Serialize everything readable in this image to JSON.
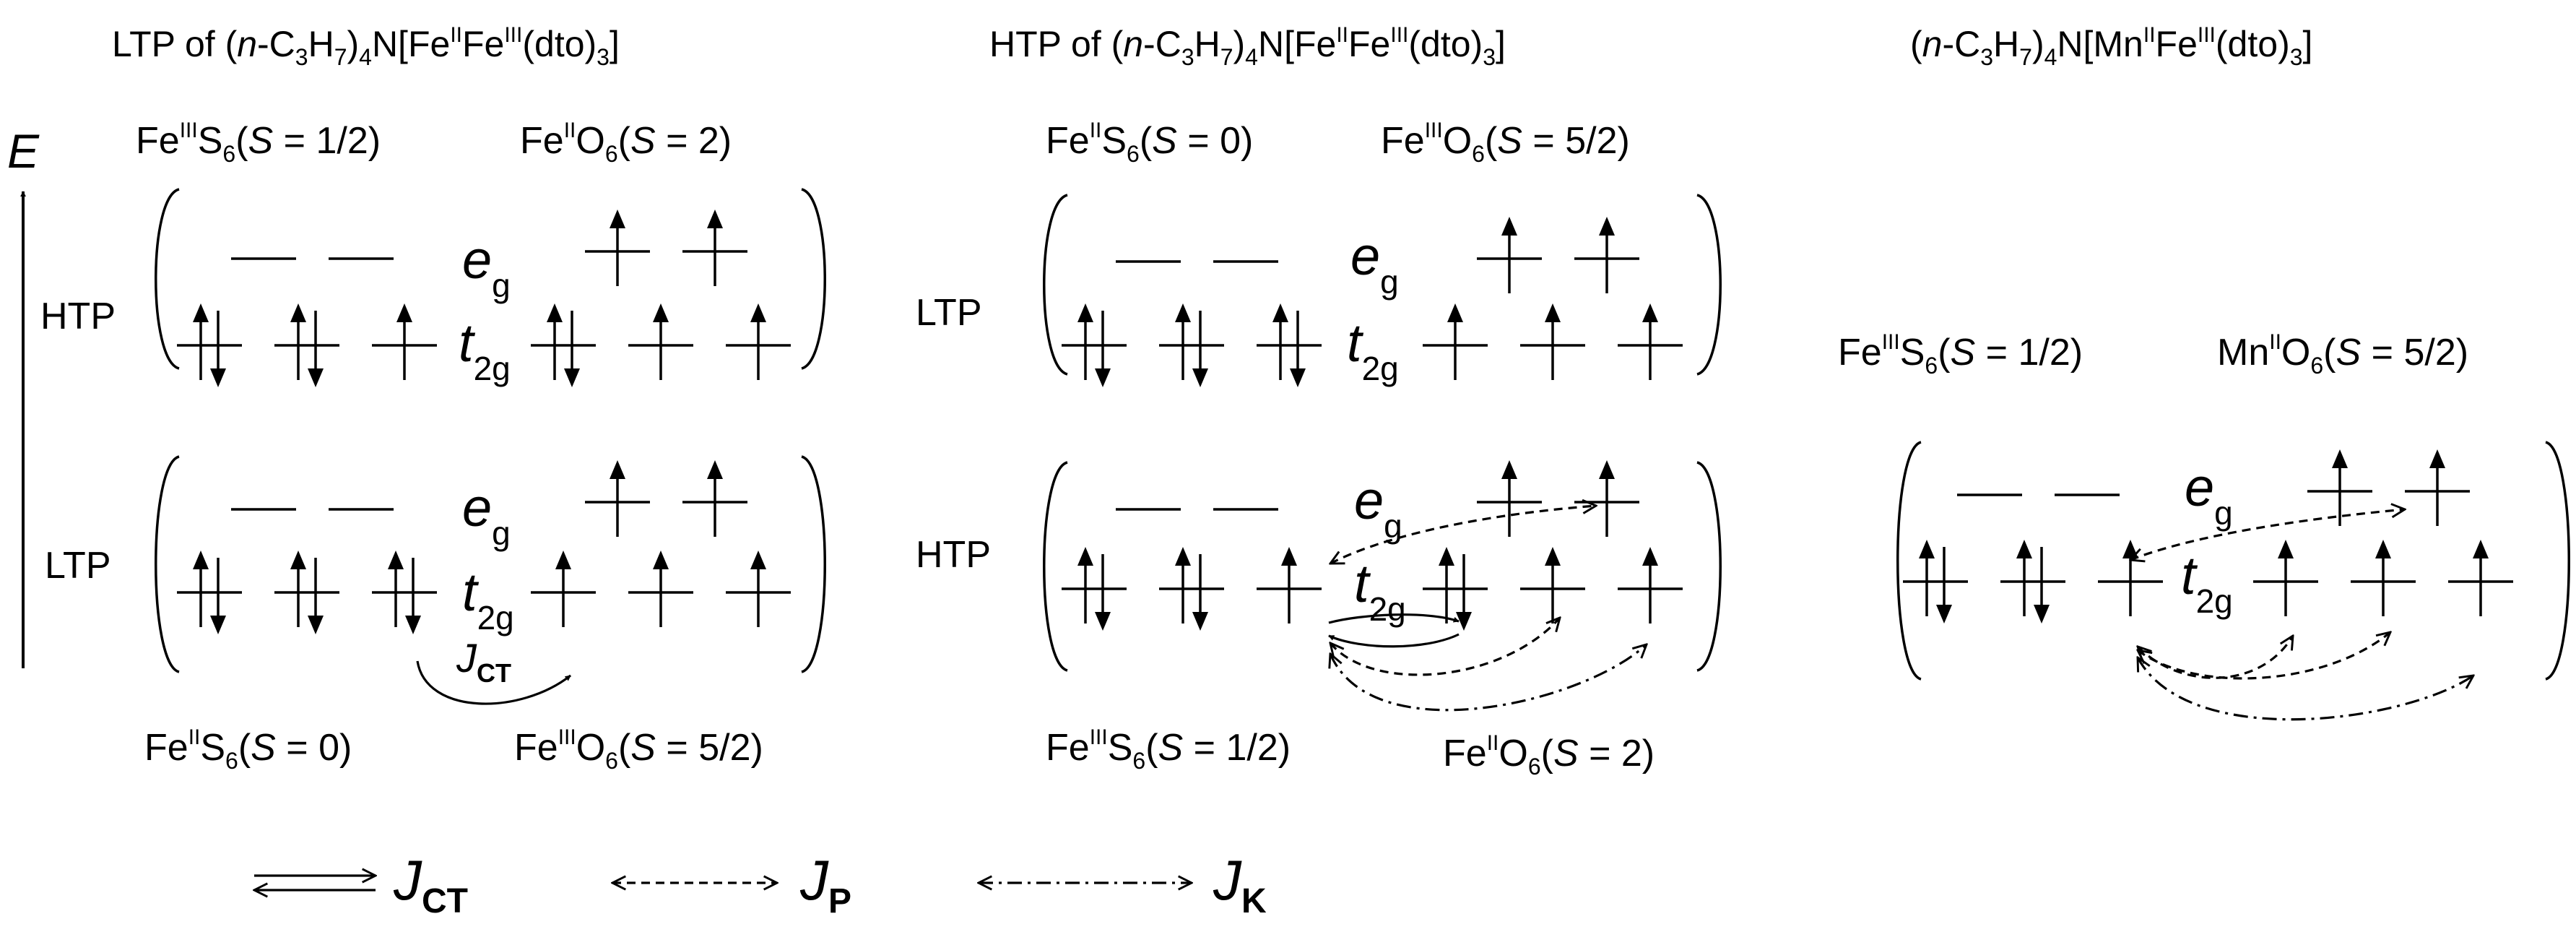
{
  "panels": [
    {
      "title": {
        "pre": "LTP of (",
        "n": "n",
        "rest": "-C",
        "s1": "3",
        "h": "H",
        "s2": "7",
        "mid": ")",
        "s3": "4",
        "n2": "N[Fe",
        "sup1": "II",
        "fe": "Fe",
        "sup2": "III",
        "end": "(dto)",
        "s4": "3",
        "close": "]"
      },
      "upper": {
        "state_label": "HTP",
        "left_ion": {
          "el": "Fe",
          "ox": "III",
          "lig": "S",
          "sub": "6",
          "spin": "S",
          "val": " = 1/2)"
        },
        "right_ion": {
          "el": "Fe",
          "ox": "II",
          "lig": "O",
          "sub": "6",
          "spin": "S",
          "val": " = 2)"
        }
      },
      "lower": {
        "state_label": "LTP",
        "left_ion": {
          "el": "Fe",
          "ox": "II",
          "lig": "S",
          "sub": "6",
          "spin": "S",
          "val": " = 0)"
        },
        "right_ion": {
          "el": "Fe",
          "ox": "III",
          "lig": "O",
          "sub": "6",
          "spin": "S",
          "val": " = 5/2)"
        }
      },
      "jct_label": {
        "j": "J",
        "sub": "CT"
      }
    },
    {
      "title": {
        "pre": "HTP of (",
        "n": "n",
        "rest": "-C",
        "s1": "3",
        "h": "H",
        "s2": "7",
        "mid": ")",
        "s3": "4",
        "n2": "N[Fe",
        "sup1": "II",
        "fe": "Fe",
        "sup2": "III",
        "end": "(dto)",
        "s4": "3",
        "close": "]"
      },
      "upper": {
        "state_label": "LTP",
        "left_ion": {
          "el": "Fe",
          "ox": "II",
          "lig": "S",
          "sub": "6",
          "spin": "S",
          "val": " = 0)"
        },
        "right_ion": {
          "el": "Fe",
          "ox": "III",
          "lig": "O",
          "sub": "6",
          "spin": "S",
          "val": " = 5/2)"
        }
      },
      "lower": {
        "state_label": "HTP",
        "left_ion": {
          "el": "Fe",
          "ox": "III",
          "lig": "S",
          "sub": "6",
          "spin": "S",
          "val": " = 1/2)"
        },
        "right_ion": {
          "el": "Fe",
          "ox": "II",
          "lig": "O",
          "sub": "6",
          "spin": "S",
          "val": " = 2)"
        }
      }
    },
    {
      "title": {
        "pre": "(",
        "n": "n",
        "rest": "-C",
        "s1": "3",
        "h": "H",
        "s2": "7",
        "mid": ")",
        "s3": "4",
        "n2": "N[Mn",
        "sup1": "II",
        "fe": "Fe",
        "sup2": "III",
        "end": "(dto)",
        "s4": "3",
        "close": "]"
      },
      "single": {
        "left_ion": {
          "el": "Fe",
          "ox": "III",
          "lig": "S",
          "sub": "6",
          "spin": "S",
          "val": " = 1/2)"
        },
        "right_ion": {
          "el": "Mn",
          "ox": "II",
          "lig": "O",
          "sub": "6",
          "spin": "S",
          "val": " = 5/2)"
        }
      }
    }
  ],
  "orbitals": {
    "eg": "e",
    "eg_sub": "g",
    "t2g": "t",
    "t2g_sub": "2g"
  },
  "energy_axis": "E",
  "legend": [
    {
      "sym": "J",
      "sub": "CT"
    },
    {
      "sym": "J",
      "sub": "P"
    },
    {
      "sym": "J",
      "sub": "K"
    }
  ]
}
